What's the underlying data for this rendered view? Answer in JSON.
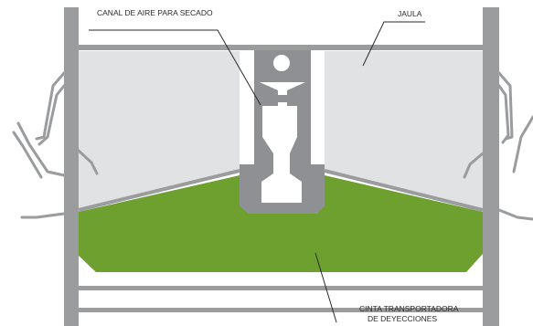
{
  "labels": {
    "air_channel": "CANAL DE AIRE PARA SECADO",
    "cage": "JAULA",
    "belt_line1": "CINTA TRANSPORTADORA",
    "belt_line2": "DE DEYECCIONES"
  },
  "colors": {
    "frame": "#9b9c9e",
    "cage_fill": "#e1e2e3",
    "manure": "#6ea02f",
    "channel": "#8f9093",
    "channel_opening": "#ffffff",
    "leader_line": "#2a2a2a"
  }
}
